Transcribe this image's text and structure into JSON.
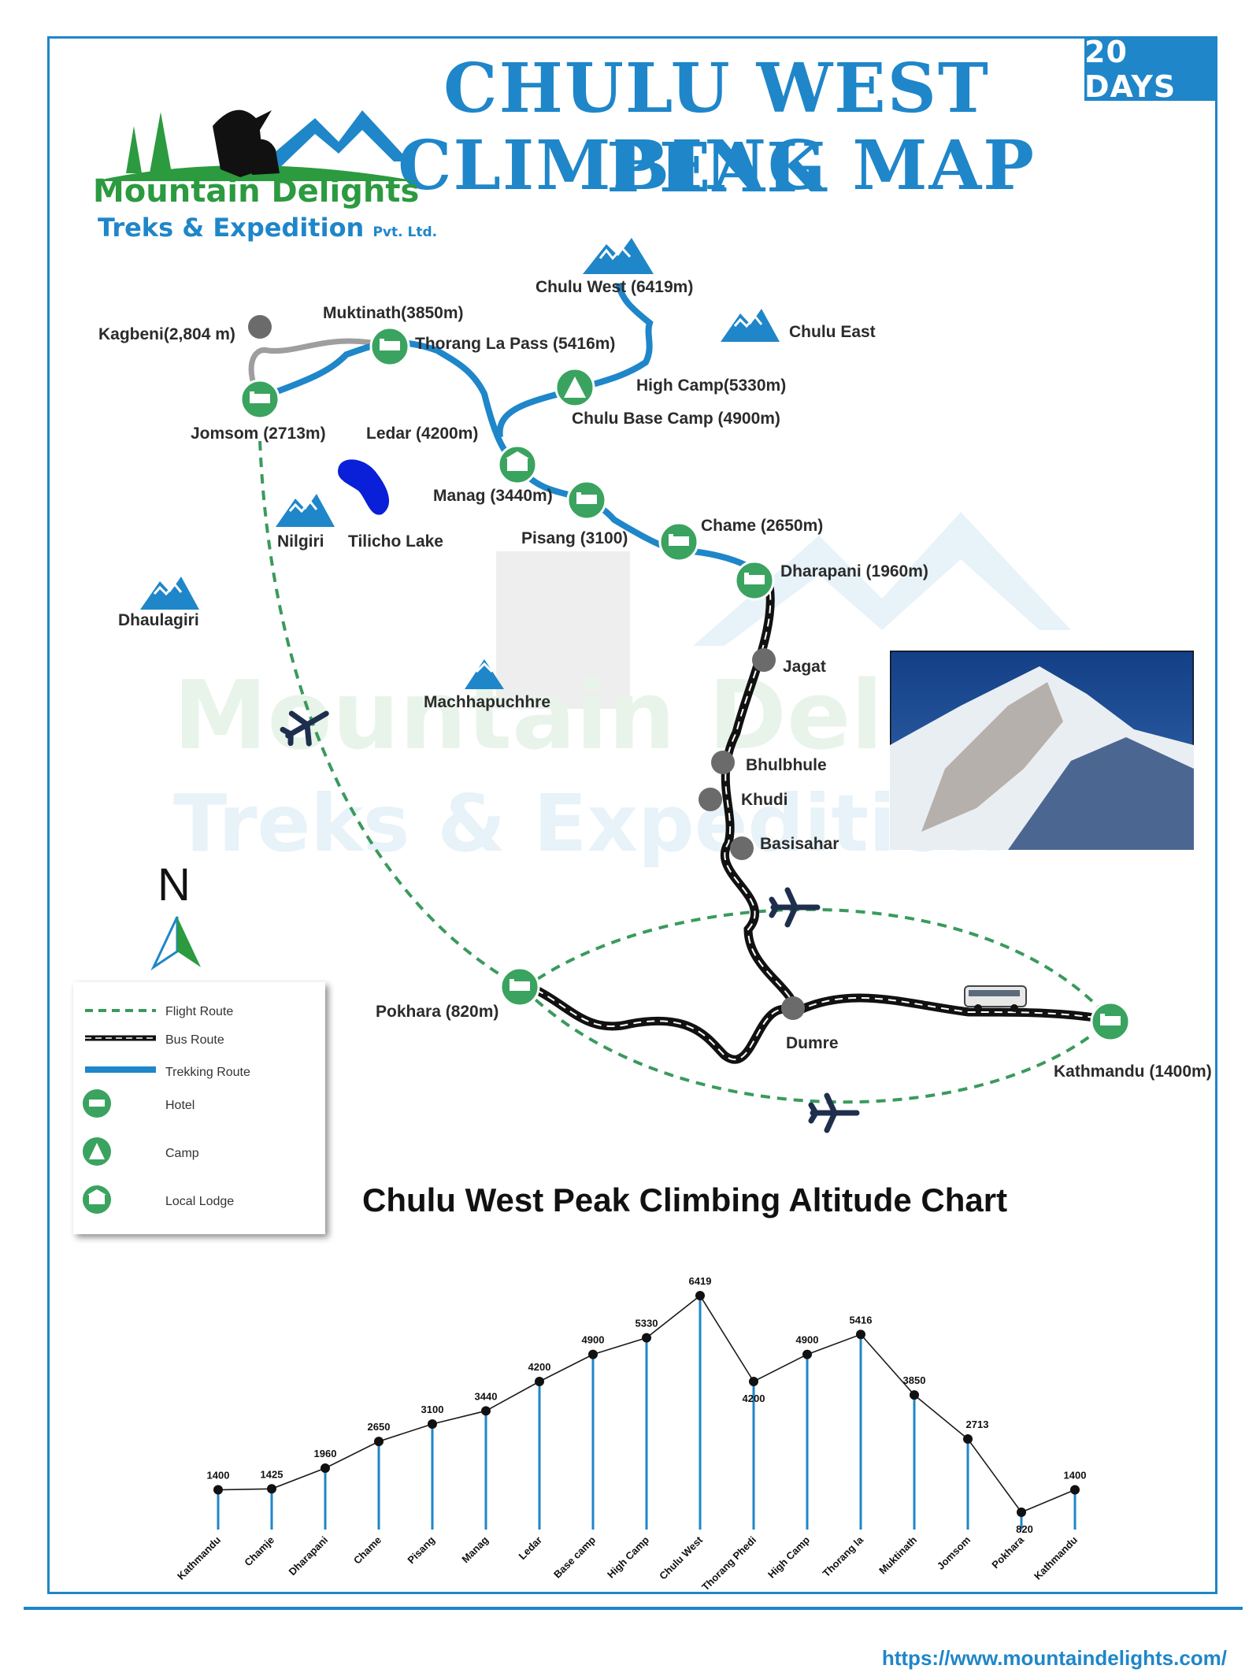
{
  "header": {
    "duration_badge": "20 DAYS",
    "title_line1": "CHULU WEST PEAK",
    "title_line2": "CLIMBING MAP",
    "logo_name": "Mountain Delights",
    "logo_sub": "Treks & Expedition",
    "logo_pvt": "Pvt. Ltd."
  },
  "map": {
    "labels": {
      "chulu_west": "Chulu West (6419m)",
      "chulu_east": "Chulu East",
      "kagbeni": "Kagbeni(2,804 m)",
      "muktinath": "Muktinath(3850m)",
      "thorang_la": "Thorang La Pass (5416m)",
      "high_camp": "High Camp(5330m)",
      "base_camp": "Chulu Base Camp (4900m)",
      "jomsom": "Jomsom (2713m)",
      "ledar": "Ledar (4200m)",
      "manag": "Manag (3440m)",
      "pisang": "Pisang (3100)",
      "chame": "Chame (2650m)",
      "dharapani": "Dharapani (1960m)",
      "nilgiri": "Nilgiri",
      "tilicho": "Tilicho Lake",
      "dhaulagiri": "Dhaulagiri",
      "machhapuchhre": "Machhapuchhre",
      "jagat": "Jagat",
      "bhulbhule": "Bhulbhule",
      "khudi": "Khudi",
      "basisahar": "Basisahar",
      "pokhara": "Pokhara (820m)",
      "dumre": "Dumre",
      "kathmandu": "Kathmandu (1400m)"
    },
    "north": "N",
    "colors": {
      "trekking": "#1f86c9",
      "flight": "#3a9a5c",
      "bus": "#1a1a1a",
      "marker": "#3aa35f",
      "stop": "#6b6b6b",
      "side": "#9e9e9e"
    }
  },
  "legend": {
    "flight": "Flight Route",
    "bus": "Bus Route",
    "trekking": "Trekking Route",
    "hotel": "Hotel",
    "camp": "Camp",
    "lodge": "Local Lodge"
  },
  "chart_data": {
    "type": "line",
    "title": "Chulu West Peak Climbing Altitude Chart",
    "categories": [
      "Kathmandu",
      "Chamje",
      "Dharapani",
      "Chame",
      "Pisang",
      "Manag",
      "Ledar",
      "Base camp",
      "High Camp",
      "Chulu West",
      "Thorang Phedi",
      "High Camp",
      "Thorang la",
      "Muktinath",
      "Jomsom",
      "Pokhara",
      "Kathmandu"
    ],
    "values": [
      1400,
      1425,
      1960,
      2650,
      3100,
      3440,
      4200,
      4900,
      5330,
      6419,
      4200,
      4900,
      5416,
      3850,
      2713,
      820,
      1400
    ],
    "xlabel": "",
    "ylabel": "",
    "ylim": [
      0,
      6419
    ],
    "grid": false,
    "line_color": "#1f86c9"
  },
  "footer": {
    "url": "https://www.mountaindelights.com/"
  }
}
